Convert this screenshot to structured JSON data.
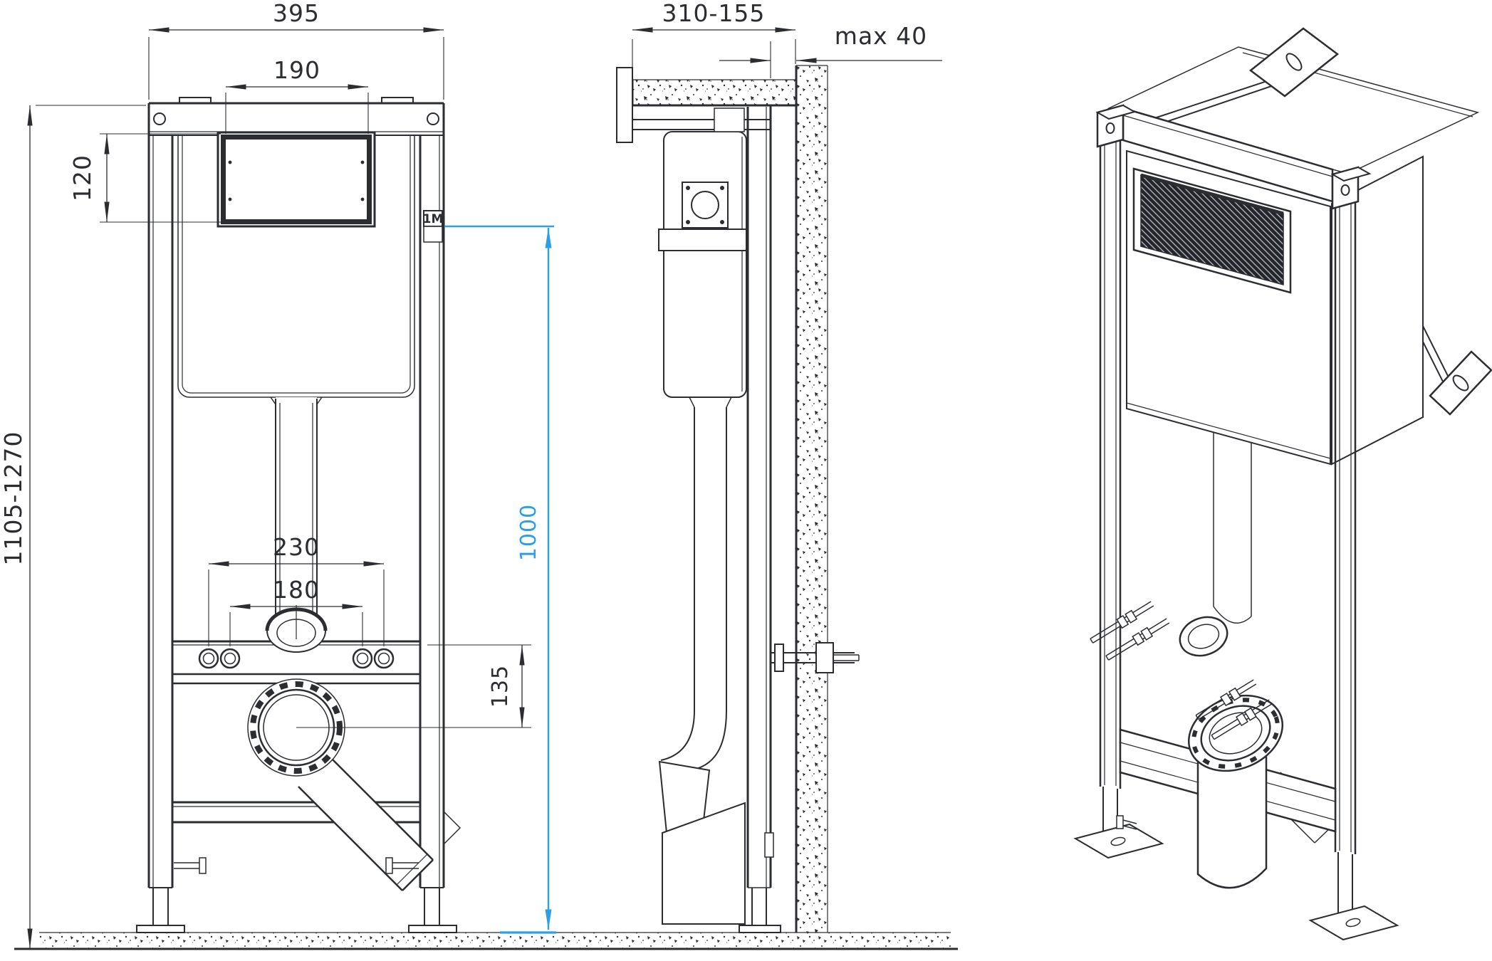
{
  "page": {
    "background": "#ffffff"
  },
  "drawing": {
    "ink_color": "#2b2d31",
    "accent_color": "#2f9fe3",
    "front": {
      "dim_overall_width": "395",
      "dim_window_width": "190",
      "dim_window_height": "120",
      "dim_height_range": "1105-1270",
      "dim_bolt_spacing_outer": "230",
      "dim_bolt_spacing_inner": "180",
      "dim_drain_drop": "135",
      "meter_mark": "1M",
      "dim_flush_height": "1000"
    },
    "side": {
      "dim_depth_range": "310-155",
      "dim_wall_clearance": "max 40"
    }
  }
}
